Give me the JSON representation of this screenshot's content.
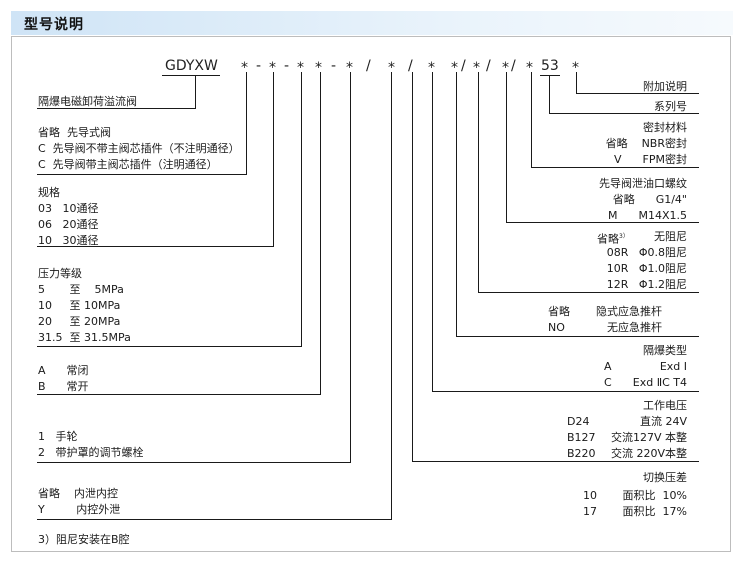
{
  "title": "型号说明",
  "code": {
    "model": "GDYXW",
    "s1": "*",
    "d1": "-",
    "s2": "*",
    "d2": "-",
    "s3": "*",
    "s4": "*",
    "d3": "-",
    "s5": "*",
    "sl1": "/",
    "s6": "*",
    "sl2": "/",
    "s7": "*",
    "s8": "*",
    "sl3": "/",
    "s9": "*",
    "sl4": "/",
    "s10": "*",
    "sl5": "/",
    "s11": "*",
    "num": "53",
    "s12": "*"
  },
  "left": {
    "name": "隔爆电磁卸荷溢流阀",
    "pilot": [
      "省略  先导式阀",
      "C  先导阀不带主阀芯插件（不注明通径）",
      "C  先导阀带主阀芯插件（注明通径）"
    ],
    "spec_title": "规格",
    "spec": [
      "03   10通径",
      "06   20通径",
      "10   30通径"
    ],
    "press_title": "压力等级",
    "press": [
      "5       至    5MPa",
      "10     至 10MPa",
      "20     至 20MPa",
      "31.5  至 31.5MPa"
    ],
    "mode": [
      "A      常闭",
      "B      常开"
    ],
    "adjust": [
      "1   手轮",
      "2   带护罩的调节螺栓"
    ],
    "drain": [
      "省略    内泄内控",
      "Y         内控外泄"
    ],
    "footnote": "3）阻尼安装在B腔"
  },
  "right": {
    "extra": "附加说明",
    "series": "系列号",
    "seal_title": "密封材料",
    "seal": [
      "省略    NBR密封",
      "V      FPM密封"
    ],
    "thread_title": "先导阀泄油口螺纹",
    "thread": [
      "省略      G1/4\"",
      "M      M14X1.5"
    ],
    "damp_omit": "省略",
    "damp_sup": "3）",
    "damp_none": "无阻尼",
    "damp": [
      "08R   Φ0.8阻尼",
      "10R   Φ1.0阻尼",
      "12R   Φ1.2阻尼"
    ],
    "emerg": [
      [
        "省略",
        "隐式应急推杆"
      ],
      [
        "NO",
        "无应急推杆"
      ]
    ],
    "ex_title": "隔爆类型",
    "ex": [
      [
        "A",
        "Exd Ⅰ"
      ],
      [
        "C",
        "Exd ⅡC T4"
      ]
    ],
    "volt_title": "工作电压",
    "volt": [
      [
        "D24",
        "直流 24V"
      ],
      [
        "B127",
        "交流127V 本整"
      ],
      [
        "B220",
        "交流 220V本整"
      ]
    ],
    "diff_title": "切换压差",
    "diff": [
      [
        "10",
        "面积比  10%"
      ],
      [
        "17",
        "面积比  17%"
      ]
    ]
  }
}
